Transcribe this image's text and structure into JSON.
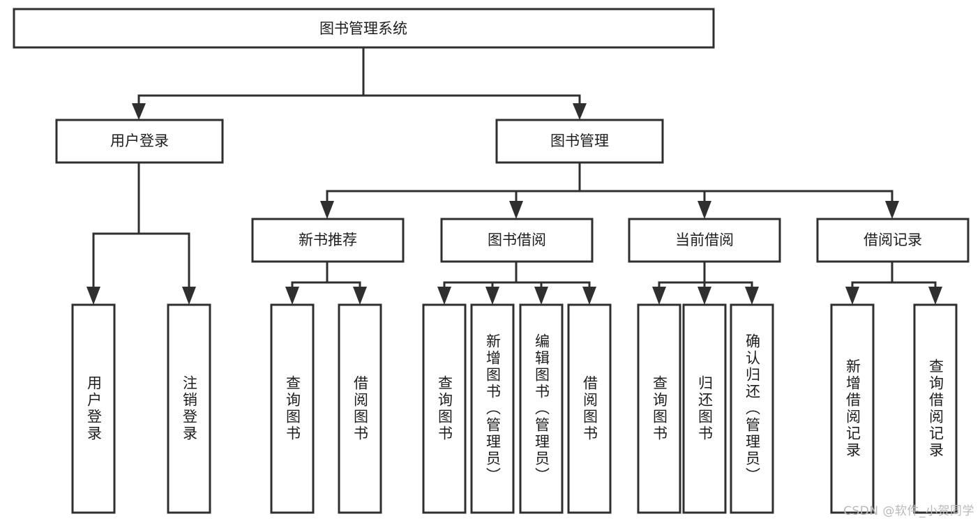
{
  "diagram": {
    "type": "tree-hierarchy",
    "title": "图书管理系统",
    "watermark": "CSDN @软件_小贺同学",
    "root": {
      "label": "图书管理系统",
      "orientation": "horizontal"
    },
    "level1": [
      {
        "label": "用户登录",
        "orientation": "horizontal"
      },
      {
        "label": "图书管理",
        "orientation": "horizontal"
      }
    ],
    "level2": [
      {
        "label": "新书推荐",
        "orientation": "horizontal",
        "parent": "图书管理"
      },
      {
        "label": "图书借阅",
        "orientation": "horizontal",
        "parent": "图书管理"
      },
      {
        "label": "当前借阅",
        "orientation": "horizontal",
        "parent": "图书管理"
      },
      {
        "label": "借阅记录",
        "orientation": "horizontal",
        "parent": "图书管理"
      }
    ],
    "leaves": {
      "user_login": [
        {
          "label": "用户登录",
          "orientation": "vertical"
        },
        {
          "label": "注销登录",
          "orientation": "vertical"
        }
      ],
      "new_book_recommend": [
        {
          "label": "查询图书",
          "orientation": "vertical"
        },
        {
          "label": "借阅图书",
          "orientation": "vertical"
        }
      ],
      "book_borrow": [
        {
          "label": "查询图书",
          "orientation": "vertical"
        },
        {
          "label": "新增图书（管理员）",
          "orientation": "vertical"
        },
        {
          "label": "编辑图书（管理员）",
          "orientation": "vertical"
        },
        {
          "label": "借阅图书",
          "orientation": "vertical"
        }
      ],
      "current_borrow": [
        {
          "label": "查询图书",
          "orientation": "vertical"
        },
        {
          "label": "归还图书",
          "orientation": "vertical"
        },
        {
          "label": "确认归还（管理员）",
          "orientation": "vertical"
        }
      ],
      "borrow_record": [
        {
          "label": "新增借阅记录",
          "orientation": "vertical"
        },
        {
          "label": "查询借阅记录",
          "orientation": "vertical"
        }
      ]
    },
    "colors": {
      "stroke": "#2f2f2f",
      "fill": "#ffffff",
      "text": "#1d1d1d",
      "watermark": "#b9b9b9"
    }
  }
}
